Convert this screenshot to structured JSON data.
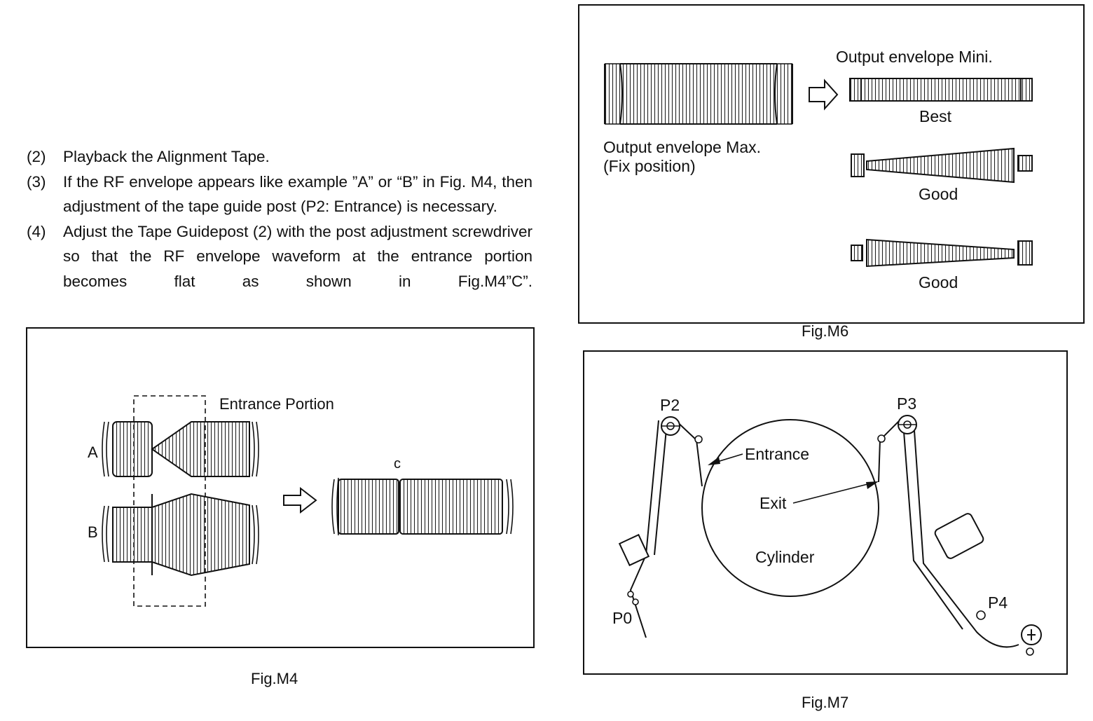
{
  "steps": [
    {
      "num": "(2)",
      "text": "Playback the Alignment Tape."
    },
    {
      "num": "(3)",
      "text": "If the RF envelope appears like example ”A” or “B” in Fig. M4, then adjustment of the tape guide post (P2: Entrance) is necessary."
    },
    {
      "num": "(4)",
      "text": "Adjust the Tape Guidepost (2) with the post adjustment screwdriver so that the RF envelope waveform at the entrance portion becomes flat as shown in Fig.M4”C”."
    }
  ],
  "fig_m4": {
    "caption": "Fig.M4",
    "entrance_label": "Entrance Portion",
    "label_a": "A",
    "label_b": "B",
    "label_c": "c"
  },
  "fig_m6": {
    "caption": "Fig.M6",
    "max_label_line1": "Output envelope Max.",
    "max_label_line2": "(Fix position)",
    "min_label": "Output envelope Mini.",
    "rating_best": "Best",
    "rating_good_1": "Good",
    "rating_good_2": "Good"
  },
  "fig_m7": {
    "caption": "Fig.M7",
    "p0": "P0",
    "p2": "P2",
    "p3": "P3",
    "p4": "P4",
    "entrance": "Entrance",
    "exit": "Exit",
    "cylinder": "Cylinder"
  }
}
